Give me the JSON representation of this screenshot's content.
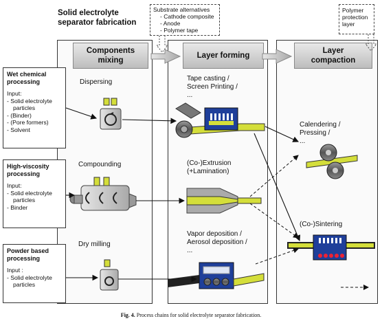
{
  "title": "Solid electrolyte\nseparator fabrication",
  "substrate_box": {
    "title": "Substrate alternatives",
    "items": [
      "Cathode composite",
      "Anode",
      "Polymer tape"
    ]
  },
  "polymer_box": {
    "text": "Polymer\nprotection\nlayer"
  },
  "columns": {
    "components_mixing": "Components\nmixing",
    "layer_forming": "Layer forming",
    "layer_compaction": "Layer\ncompaction"
  },
  "processes": [
    {
      "title": "Wet chemical\nprocessing",
      "input_label": "Input:",
      "inputs": [
        "Solid electrolyte particles",
        "(Binder)",
        "(Pore formers)",
        "Solvent"
      ],
      "mixing": "Dispersing"
    },
    {
      "title": "High-viscosity\nprocessing",
      "input_label": "Input:",
      "inputs": [
        "Solid electrolyte particles",
        "Binder"
      ],
      "mixing": "Compounding"
    },
    {
      "title": "Powder based\nprocessing",
      "input_label": "Input :",
      "inputs": [
        "Solid electrolyte particles"
      ],
      "mixing": "Dry milling"
    }
  ],
  "forming": [
    "Tape casting /\nScreen Printing /\n...",
    "(Co-)Extrusion\n(+Lamination)",
    "Vapor deposition /\nAerosol deposition /\n..."
  ],
  "compaction": [
    "Calendering /\nPressing /\n...",
    "(Co-)Sintering"
  ],
  "caption": {
    "label": "Fig. 4.",
    "text": "Process chains for solid electrolyte separator fabrication."
  },
  "colors": {
    "accent_yellow": "#d4de3a",
    "machine_blue": "#1f3f9a",
    "dark": "#333333"
  }
}
